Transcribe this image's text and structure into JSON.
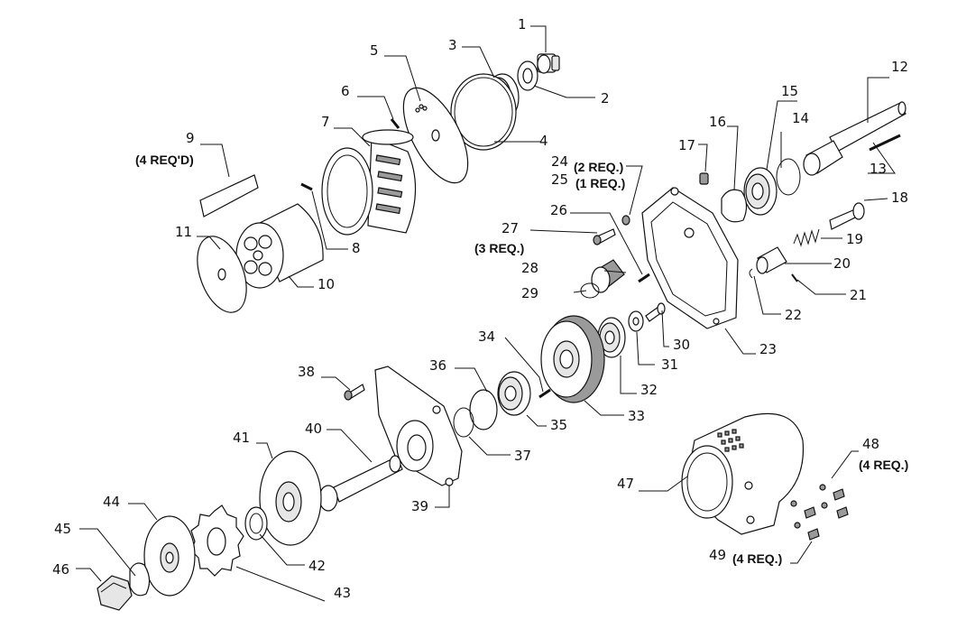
{
  "labels": {
    "n1": "1",
    "n2": "2",
    "n3": "3",
    "n4": "4",
    "n5": "5",
    "n6": "6",
    "n7": "7",
    "n8": "8",
    "n9": "9",
    "n10": "10",
    "n11": "11",
    "n12": "12",
    "n13": "13",
    "n14": "14",
    "n15": "15",
    "n16": "16",
    "n17": "17",
    "n18": "18",
    "n19": "19",
    "n20": "20",
    "n21": "21",
    "n22": "22",
    "n23": "23",
    "n24": "24",
    "n25": "25",
    "n26": "26",
    "n27": "27",
    "n28": "28",
    "n29": "29",
    "n30": "30",
    "n31": "31",
    "n32": "32",
    "n33": "33",
    "n34": "34",
    "n35": "35",
    "n36": "36",
    "n37": "37",
    "n38": "38",
    "n39": "39",
    "n40": "40",
    "n41": "41",
    "n42": "42",
    "n43": "43",
    "n44": "44",
    "n45": "45",
    "n46": "46",
    "n47": "47",
    "n48": "48",
    "n49": "49"
  },
  "quantities": {
    "q9": "(4  REQ'D)",
    "q24": "(2  REQ.)",
    "q25": "(1  REQ.)",
    "q27": "(3  REQ.)",
    "q48": "(4  REQ.)",
    "q49": "(4  REQ.)"
  }
}
